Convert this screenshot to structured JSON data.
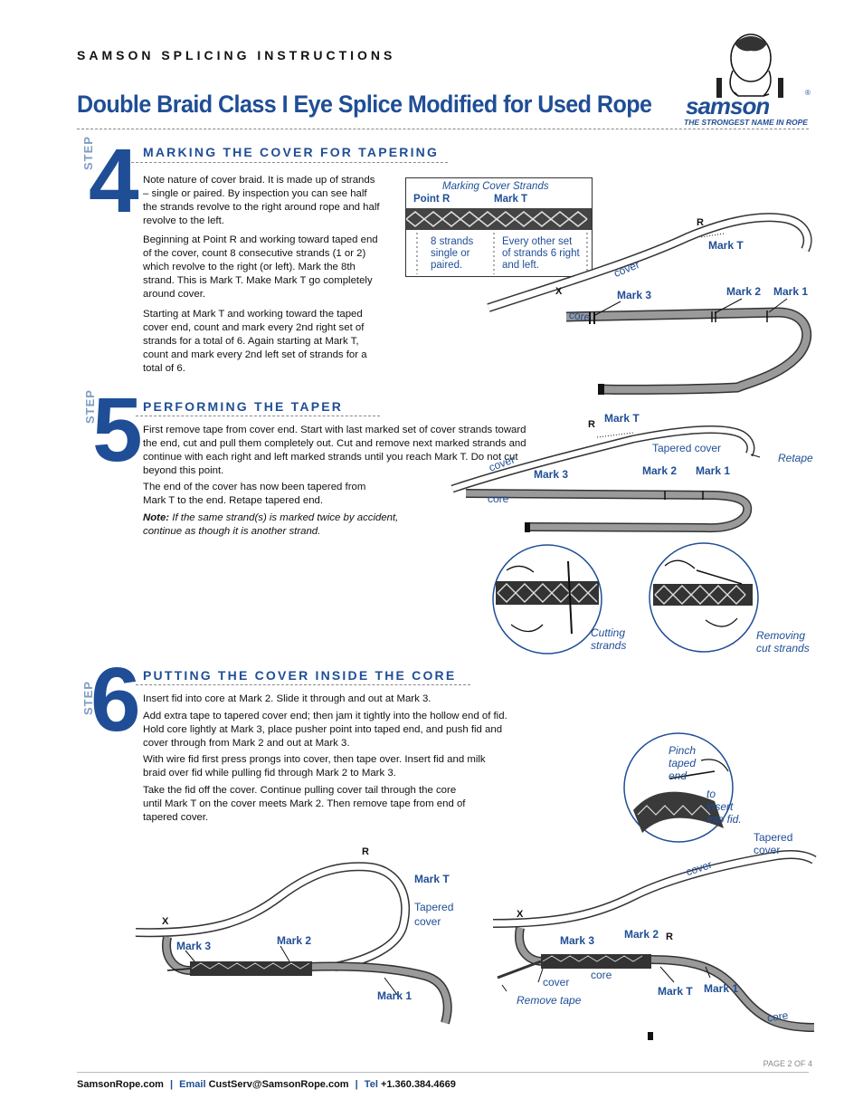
{
  "header": {
    "series": "SAMSON SPLICING INSTRUCTIONS",
    "title": "Double Braid Class I Eye Splice Modified for Used Rope"
  },
  "brand": {
    "logo_text": "samson",
    "registered": "®",
    "tagline": "THE STRONGEST NAME IN ROPE",
    "accent_color": "#1f4e96",
    "step_label_color": "#7d9cc4"
  },
  "steps": [
    {
      "label": "STEP",
      "number": "4",
      "heading": "MARKING THE COVER FOR TAPERING",
      "paragraphs": [
        "Note nature of cover braid. It is made up of strands – single or paired. By inspection you can see half the strands revolve to the right around rope and half revolve to the left.",
        "Beginning at Point R and working toward taped end of the cover, count 8 consecutive strands (1 or 2) which revolve to the right (or left). Mark the 8th strand. This is Mark T. Make Mark T go completely around cover.",
        "Starting at Mark T and working toward the taped cover end, count and mark every 2nd right set of strands for a total of 6. Again starting at Mark T, count and mark every 2nd left set of strands for a total of 6."
      ],
      "inset": {
        "title": "Marking Cover Strands",
        "point_r": "Point R",
        "mark_t": "Mark T",
        "left_note": "8 strands single or paired.",
        "right_note": "Every other set of strands 6 right and left."
      },
      "figure": {
        "r": "R",
        "mark_t": "Mark T",
        "x": "X",
        "mark3": "Mark 3",
        "mark2": "Mark 2",
        "mark1": "Mark 1",
        "cover": "cover",
        "core": "core"
      }
    },
    {
      "label": "STEP",
      "number": "5",
      "heading": "PERFORMING THE TAPER",
      "paragraphs": [
        "First remove tape from cover end. Start with last marked set of cover strands toward the end, cut and pull them completely out. Cut and remove next marked strands and continue with each right and left marked strands until you reach Mark T. Do not cut beyond this point.",
        "The end of the cover has now been tapered from Mark T to the end. Retape tapered end."
      ],
      "note_label": "Note:",
      "note_text": "If the same strand(s) is marked twice by accident, continue as though it is another strand.",
      "figure": {
        "r": "R",
        "mark_t": "Mark T",
        "tapered_cover": "Tapered cover",
        "retape": "Retape",
        "cover": "cover",
        "core": "core",
        "mark3": "Mark 3",
        "mark2": "Mark 2",
        "mark1": "Mark 1"
      },
      "circles": {
        "cutting": "Cutting strands",
        "removing": "Removing cut strands"
      }
    },
    {
      "label": "STEP",
      "number": "6",
      "heading": "PUTTING THE COVER INSIDE THE CORE",
      "paragraphs": [
        "Insert fid into core at Mark 2. Slide it through and out at Mark 3.",
        "Add extra tape to tapered cover end; then jam it tightly into the hollow end of fid. Hold core lightly at Mark 3, place pusher point into taped end, and push fid and cover through from Mark 2 and out at Mark 3.",
        "With wire fid first press prongs into cover, then tape over. Insert fid and milk braid over fid while pulling fid through Mark 2 to Mark 3.",
        "Take the fid off the cover. Continue pulling cover tail through the core until Mark T on the cover meets Mark 2. Then remove tape from end of tapered cover."
      ],
      "circle": {
        "pinch": "Pinch taped end",
        "insert": "to insert into fid."
      },
      "figure_left": {
        "r": "R",
        "mark_t": "Mark T",
        "tapered_cover": "Tapered cover",
        "x": "X",
        "mark3": "Mark 3",
        "mark2": "Mark 2",
        "mark1": "Mark 1"
      },
      "figure_right": {
        "tapered_cover": "Tapered cover",
        "cover_top": "cover",
        "x": "X",
        "mark3": "Mark 3",
        "mark2": "Mark 2",
        "r": "R",
        "cover": "cover",
        "core": "core",
        "remove_tape": "Remove tape",
        "mark_t": "Mark T",
        "mark1": "Mark 1",
        "core_tail": "core"
      }
    }
  ],
  "footer": {
    "site": "SamsonRope.com",
    "sep": "|",
    "email_label": "Email",
    "email": "CustServ@SamsonRope.com",
    "tel_label": "Tel",
    "tel": "+1.360.384.4669",
    "page": "PAGE 2 OF 4"
  }
}
